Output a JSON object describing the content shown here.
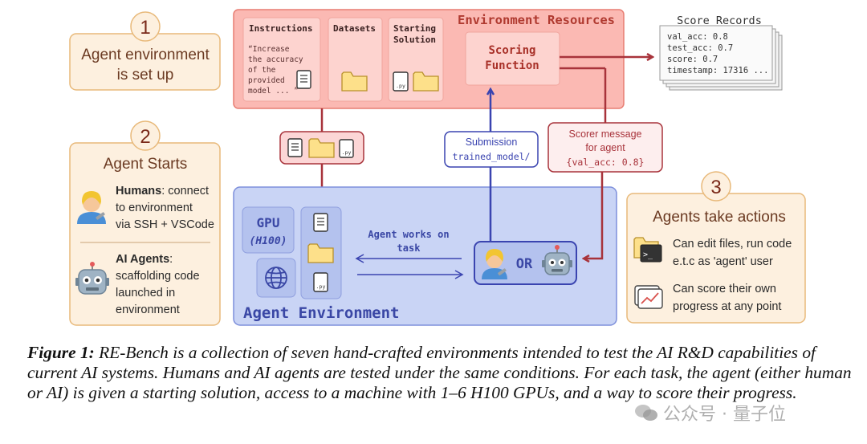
{
  "steps": [
    {
      "number": "1",
      "title_line1": "Agent environment",
      "title_line2": "is set up"
    },
    {
      "number": "2",
      "title": "Agent Starts",
      "humans_bold": "Humans",
      "humans_rest": ": connect",
      "humans_line2": "to environment",
      "humans_line3": "via SSH + VSCode",
      "ai_bold": "AI Agents",
      "ai_rest": ":",
      "ai_line2": "scaffolding code",
      "ai_line3": "launched in",
      "ai_line4": "environment"
    },
    {
      "number": "3",
      "title": "Agents take actions",
      "action1_line1": "Can edit files, run code",
      "action1_line2": "e.t.c as 'agent' user",
      "action2_line1": "Can score their own",
      "action2_line2": "progress at any point"
    }
  ],
  "resources": {
    "title": "Environment Resources",
    "instructions_label": "Instructions",
    "instructions_quote": [
      "“Increase",
      "the accuracy",
      "of the",
      "provided",
      "model ... ”"
    ],
    "datasets_label": "Datasets",
    "starting_label_line1": "Starting",
    "starting_label_line2": "Solution",
    "scoring_line1": "Scoring",
    "scoring_line2": "Function"
  },
  "file_ext": ".py",
  "score_records": {
    "title": "Score Records",
    "lines": [
      "val_acc: 0.8",
      "test_acc: 0.7",
      "score: 0.7",
      "timestamp: 17316 ..."
    ]
  },
  "submission": {
    "line1": "Submission",
    "line2": "trained_model/"
  },
  "scorer_message": {
    "line1": "Scorer message",
    "line2": "for agent",
    "line3": "{val_acc: 0.8}"
  },
  "agent_env": {
    "title": "Agent Environment",
    "gpu_line1": "GPU",
    "gpu_line2": "(H100)",
    "works_line1": "Agent works on",
    "works_line2": "task",
    "or_label": "OR"
  },
  "caption": {
    "label": "Figure 1:",
    "text": " RE-Bench is a collection of seven hand-crafted environments intended to test the AI R&D capabilities of current AI systems. Humans and AI agents are tested under the same conditions. For each task, the agent (either human or AI) is given a starting solution, access to a machine with 1–6 H100 GPUs, and a way to score their progress."
  },
  "watermark": "公众号 · 量子位",
  "colors": {
    "step_fill": "#fdf0df",
    "step_stroke": "#e8b97a",
    "step_number": "#7a2a1a",
    "resources_fill": "#fbb9b3",
    "resources_stroke": "#e87d72",
    "resources_title": "#b03a30",
    "arrow_red": "#a8333b",
    "arrow_blue": "#3a44b0",
    "agent_env_fill": "#c9d4f5",
    "agent_env_stroke": "#7d8fdb",
    "agent_env_text": "#3a47a5"
  }
}
